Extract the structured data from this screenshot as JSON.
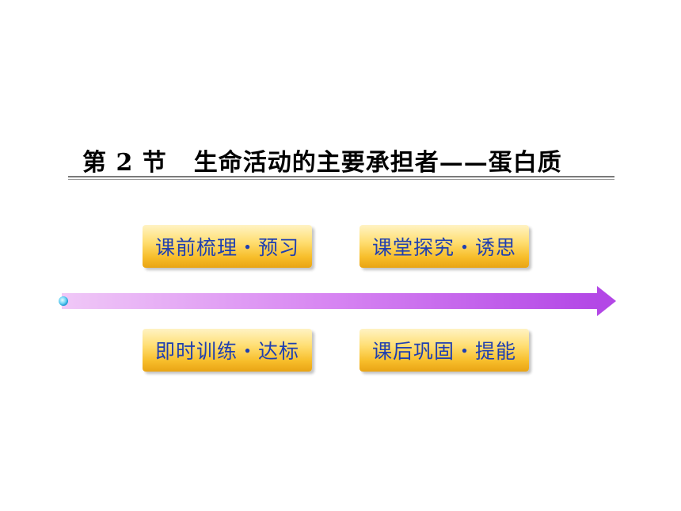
{
  "slide": {
    "title_part1": "第 2 节",
    "title_part2": "生命活动的主要承担者——蛋白质"
  },
  "buttons": [
    {
      "label": "课前梳理・预习"
    },
    {
      "label": "课堂探究・诱思"
    },
    {
      "label": "即时训练・达标"
    },
    {
      "label": "课后巩固・提能"
    }
  ],
  "colors": {
    "button_text": "#1f3fb0",
    "button_fill": "#f7be2b",
    "arrow": "#b84be8"
  }
}
